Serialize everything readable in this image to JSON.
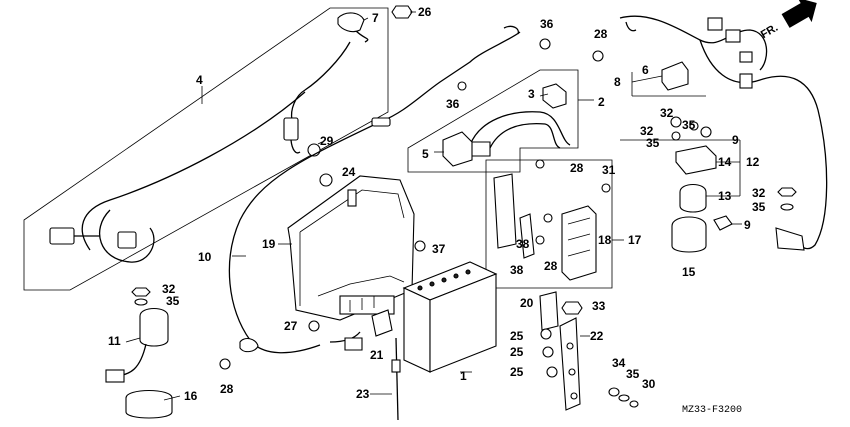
{
  "diagram": {
    "code": "MZ33-F3200",
    "direction_label": "FR.",
    "labels": {
      "l1": "1",
      "l2": "2",
      "l3": "3",
      "l4": "4",
      "l5": "5",
      "l6": "6",
      "l7": "7",
      "l8": "8",
      "l9a": "9",
      "l9b": "9",
      "l10": "10",
      "l11": "11",
      "l12": "12",
      "l13": "13",
      "l14": "14",
      "l15": "15",
      "l16": "16",
      "l17": "17",
      "l18": "18",
      "l19": "19",
      "l20": "20",
      "l21": "21",
      "l22": "22",
      "l23": "23",
      "l24": "24",
      "l25a": "25",
      "l25b": "25",
      "l25c": "25",
      "l26": "26",
      "l27": "27",
      "l28a": "28",
      "l28b": "28",
      "l28c": "28",
      "l28d": "28",
      "l29": "29",
      "l30": "30",
      "l31": "31",
      "l32a": "32",
      "l32b": "32",
      "l32c": "32",
      "l32d": "32",
      "l33": "33",
      "l34": "34",
      "l35a": "35",
      "l35b": "35",
      "l35c": "35",
      "l35d": "35",
      "l35e": "35",
      "l36a": "36",
      "l36b": "36",
      "l37": "37",
      "l38a": "38",
      "l38b": "38"
    }
  }
}
